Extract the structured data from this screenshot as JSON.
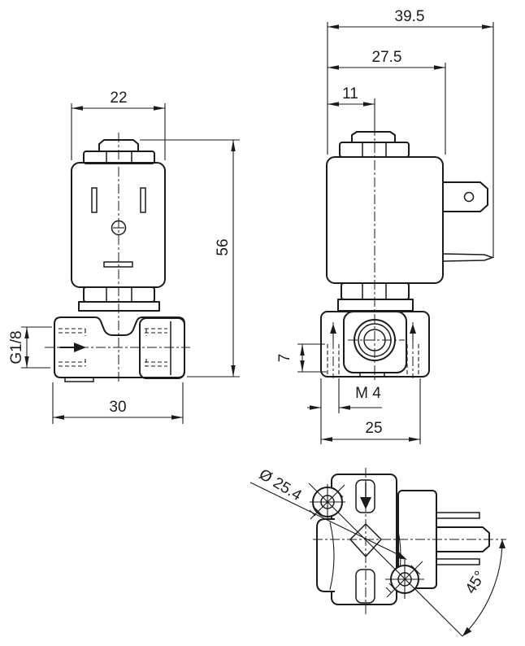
{
  "drawing_type": "technical-drawing",
  "colors": {
    "line": "#1b1b1b",
    "background": "#ffffff"
  },
  "dims": {
    "front_width": "22",
    "front_height": "56",
    "front_base_width": "30",
    "port_thread": "G1/8",
    "side_total_depth": "39.5",
    "side_body_depth": "27.5",
    "side_axis_offset": "11",
    "mount_hole_depth": "7",
    "mount_thread": "M 4",
    "mount_spacing": "25",
    "coil_diameter": "Ø 25.4",
    "connector_angle": "45°"
  }
}
